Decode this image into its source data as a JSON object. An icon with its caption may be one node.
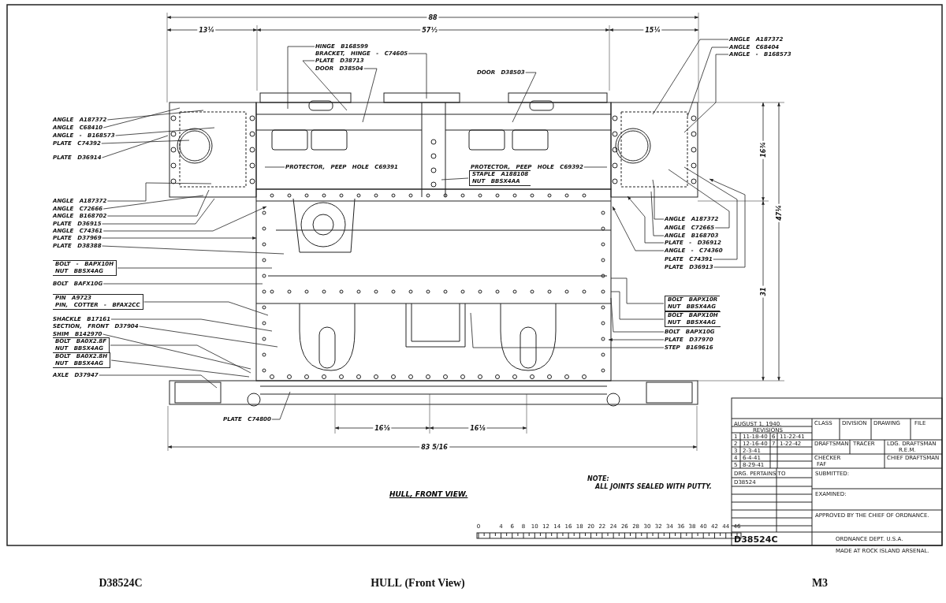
{
  "diagram": {
    "title": "HULL, FRONT VIEW.",
    "nodes": [
      {
        "text": [
          "ANGLE A187372"
        ]
      },
      {
        "text": [
          "ANGLE C68410"
        ]
      },
      {
        "text": [
          "ANGLE - B168573"
        ]
      },
      {
        "text": [
          "PLATE C74392"
        ]
      },
      {
        "text": [
          "PLATE D36914"
        ]
      },
      {
        "text": [
          "ANGLE A187372"
        ]
      },
      {
        "text": [
          "ANGLE C72666"
        ]
      },
      {
        "text": [
          "ANGLE B168702"
        ]
      },
      {
        "text": [
          "PLATE D36915"
        ]
      },
      {
        "text": [
          "ANGLE C74361"
        ]
      },
      {
        "text": [
          "PLATE D37969"
        ]
      },
      {
        "text": [
          "PLATE D38388"
        ]
      },
      {
        "text": [
          "BOLT - BAPX10H",
          "NUT BBSX4AG"
        ]
      },
      {
        "text": [
          "BOLT BAFX10G"
        ]
      },
      {
        "text": [
          "PIN A9723",
          "PIN, COTTER - BFAX2CC"
        ]
      },
      {
        "text": [
          "SHACKLE B17161"
        ]
      },
      {
        "text": [
          "SECTION, FRONT D37904"
        ]
      },
      {
        "text": [
          "SHIM B142970"
        ]
      },
      {
        "text": [
          "BOLT BA0X2.8F",
          "NUT BBSX4AG"
        ]
      },
      {
        "text": [
          "BOLT BA0X2.8H",
          "NUT BBSX4AG"
        ]
      },
      {
        "text": [
          "AXLE D37947"
        ]
      },
      {
        "text": [
          "HINGE B168599"
        ]
      },
      {
        "text": [
          "BRACKET, HINGE - C74605"
        ]
      },
      {
        "text": [
          "PLATE D38713"
        ]
      },
      {
        "text": [
          "DOOR D38504"
        ]
      },
      {
        "text": [
          "DOOR D38503"
        ]
      },
      {
        "text": [
          "PROTECTOR, PEEP HOLE C69391"
        ]
      },
      {
        "text": [
          "PROTECTOR, PEEP HOLE C69392"
        ]
      },
      {
        "text": [
          "STAPLE A188108",
          "NUT BBSX4AA"
        ]
      },
      {
        "text": [
          "ANGLE A187372"
        ]
      },
      {
        "text": [
          "ANGLE C68404"
        ]
      },
      {
        "text": [
          "ANGLE - B168573"
        ]
      },
      {
        "text": [
          "ANGLE A187372"
        ]
      },
      {
        "text": [
          "ANGLE C72665"
        ]
      },
      {
        "text": [
          "ANGLE B168703"
        ]
      },
      {
        "text": [
          "PLATE - D36912"
        ]
      },
      {
        "text": [
          "ANGLE - C74360"
        ]
      },
      {
        "text": [
          "PLATE C74391"
        ]
      },
      {
        "text": [
          "PLATE D36913"
        ]
      },
      {
        "text": [
          "BOLT BAPX10R",
          "NUT BBSX4AG"
        ]
      },
      {
        "text": [
          "BOLT BAPX10H",
          "NUT BBSX4AG"
        ]
      },
      {
        "text": [
          "BOLT BAPX10G"
        ]
      },
      {
        "text": [
          "PLATE D37970"
        ]
      },
      {
        "text": [
          "STEP B169616"
        ]
      },
      {
        "text": [
          "PLATE C74800"
        ]
      }
    ],
    "edges": [
      {
        "from": 0,
        "to": null,
        "arrow": "none"
      },
      {
        "from": 1,
        "to": null,
        "arrow": "none"
      },
      {
        "from": 2,
        "to": null,
        "arrow": "none"
      },
      {
        "from": 3,
        "to": null,
        "arrow": "none"
      },
      {
        "from": 4,
        "to": null,
        "arrow": "none"
      },
      {
        "from": 5,
        "to": null,
        "arrow": "none"
      },
      {
        "from": 6,
        "to": null,
        "arrow": "none"
      },
      {
        "from": 7,
        "to": null,
        "arrow": "none"
      },
      {
        "from": 8,
        "to": null,
        "arrow": "none"
      },
      {
        "from": 9,
        "to": null,
        "arrow": "to"
      },
      {
        "from": 10,
        "to": null,
        "arrow": "to"
      },
      {
        "from": 11,
        "to": null,
        "arrow": "none"
      },
      {
        "from": 12,
        "to": null,
        "arrow": "none"
      },
      {
        "from": 13,
        "to": null,
        "arrow": "none"
      },
      {
        "from": 14,
        "to": null,
        "arrow": "none"
      },
      {
        "from": 15,
        "to": null,
        "arrow": "none"
      },
      {
        "from": 16,
        "to": null,
        "arrow": "none"
      },
      {
        "from": 17,
        "to": null,
        "arrow": "none"
      },
      {
        "from": 18,
        "to": null,
        "arrow": "none"
      },
      {
        "from": 19,
        "to": null,
        "arrow": "none"
      },
      {
        "from": 20,
        "to": null,
        "arrow": "none"
      },
      {
        "from": 21,
        "to": null,
        "arrow": "none"
      },
      {
        "from": 22,
        "to": null,
        "arrow": "none"
      },
      {
        "from": 23,
        "to": null,
        "arrow": "none"
      },
      {
        "from": 24,
        "to": null,
        "arrow": "none"
      },
      {
        "from": 25,
        "to": null,
        "arrow": "none"
      },
      {
        "from": 26,
        "to": null,
        "arrow": "none"
      },
      {
        "from": 27,
        "to": null,
        "arrow": "none"
      },
      {
        "from": 28,
        "to": null,
        "arrow": "none"
      },
      {
        "from": 29,
        "to": null,
        "arrow": "none"
      },
      {
        "from": 30,
        "to": null,
        "arrow": "none"
      },
      {
        "from": 31,
        "to": null,
        "arrow": "none"
      },
      {
        "from": 32,
        "to": null,
        "arrow": "none"
      },
      {
        "from": 33,
        "to": null,
        "arrow": "none"
      },
      {
        "from": 34,
        "to": null,
        "arrow": "none"
      },
      {
        "from": 35,
        "to": null,
        "arrow": "to"
      },
      {
        "from": 36,
        "to": null,
        "arrow": "to"
      },
      {
        "from": 37,
        "to": null,
        "arrow": "none"
      },
      {
        "from": 38,
        "to": null,
        "arrow": "to"
      },
      {
        "from": 39,
        "to": null,
        "arrow": "none"
      },
      {
        "from": 40,
        "to": null,
        "arrow": "none"
      },
      {
        "from": 41,
        "to": null,
        "arrow": "none"
      },
      {
        "from": 42,
        "to": null,
        "arrow": "to"
      },
      {
        "from": 43,
        "to": null,
        "arrow": "none"
      },
      {
        "from": 44,
        "to": null,
        "arrow": "none"
      }
    ],
    "labels": [
      "88",
      "13¼",
      "57½",
      "15¼",
      "16¾",
      "47¼",
      "31",
      "16⅛",
      "16⅛",
      "83 5/16",
      "NOTE:",
      "ALL JOINTS SEALED WITH PUTTY.",
      "0",
      "4",
      "6",
      "8",
      "10",
      "12",
      "14",
      "16",
      "18",
      "20",
      "22",
      "24",
      "26",
      "28",
      "30",
      "32",
      "34",
      "36",
      "38",
      "40",
      "42",
      "44",
      "46",
      "AUGUST 1, 1940.",
      "CLASS",
      "DIVISION",
      "DRAWING",
      "FILE",
      "REVISIONS",
      "1",
      "11-18-40",
      "6",
      "11-22-41",
      "2",
      "12-16-40",
      "7",
      "1-22-42",
      "3",
      "2-3-41",
      "4",
      "6-4-41",
      "5",
      "8-29-41",
      "DRAFTSMAN",
      "TRACER",
      "LDG. DRAFTSMAN",
      "R.E.M.",
      "CHECKER",
      "FAF",
      "CHIEF DRAFTSMAN",
      "DRG. PERTAINS TO",
      "D38524",
      "SUBMITTED:",
      "EXAMINED:",
      "APPROVED BY THE CHIEF OF ORDNANCE.",
      "D38524C",
      "ORDNANCE DEPT. U.S.A.",
      "MADE AT ROCK ISLAND ARSENAL.",
      "D38524C",
      "**HULL** (Front View)",
      "M3"
    ]
  }
}
